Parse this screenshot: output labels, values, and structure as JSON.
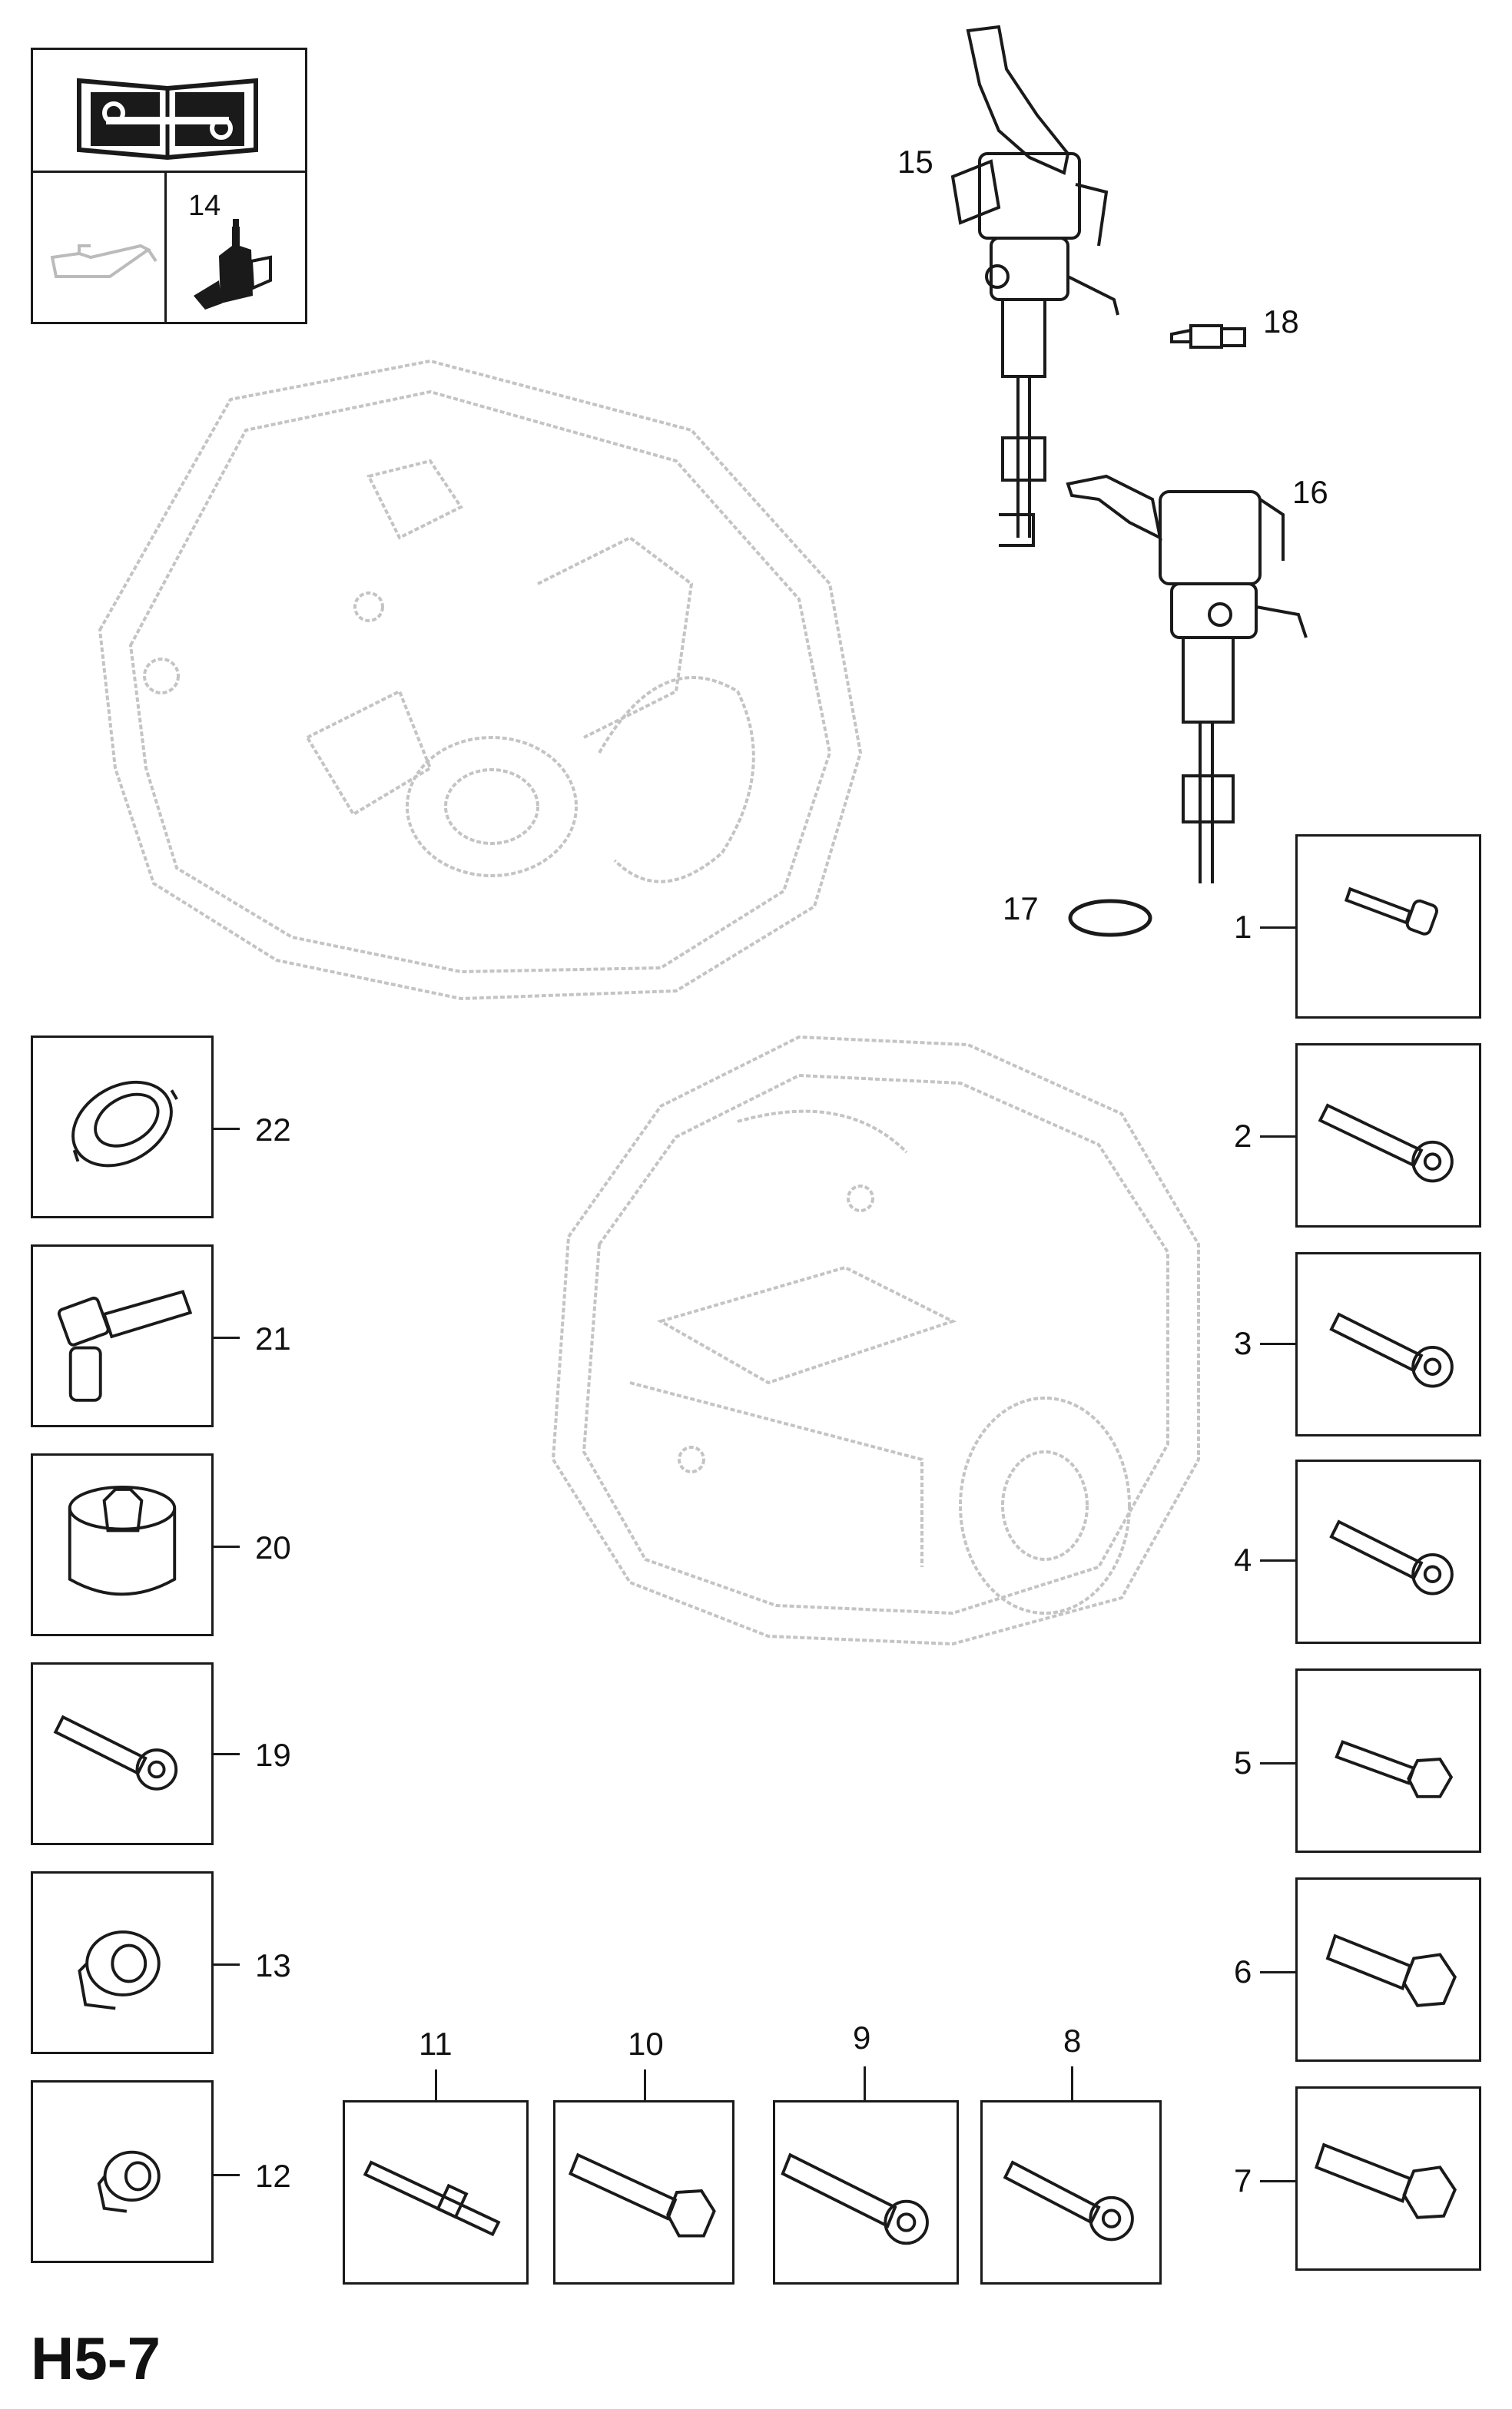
{
  "title": "H5-7",
  "manual": {
    "oil_label": "14"
  },
  "callouts": {
    "p1": "1",
    "p2": "2",
    "p3": "3",
    "p4": "4",
    "p5": "5",
    "p6": "6",
    "p7": "7",
    "p8": "8",
    "p9": "9",
    "p10": "10",
    "p11": "11",
    "p12": "12",
    "p13": "13",
    "p15": "15",
    "p16": "16",
    "p17": "17",
    "p18": "18",
    "p19": "19",
    "p20": "20",
    "p21": "21",
    "p22": "22"
  },
  "colors": {
    "ink": "#1a1a1a",
    "ghost": "#c4c4c4"
  },
  "icons": {
    "manual": "repair-manual-icon",
    "oil": "oil-can-icon",
    "sealant": "sealant-bottle-icon"
  }
}
